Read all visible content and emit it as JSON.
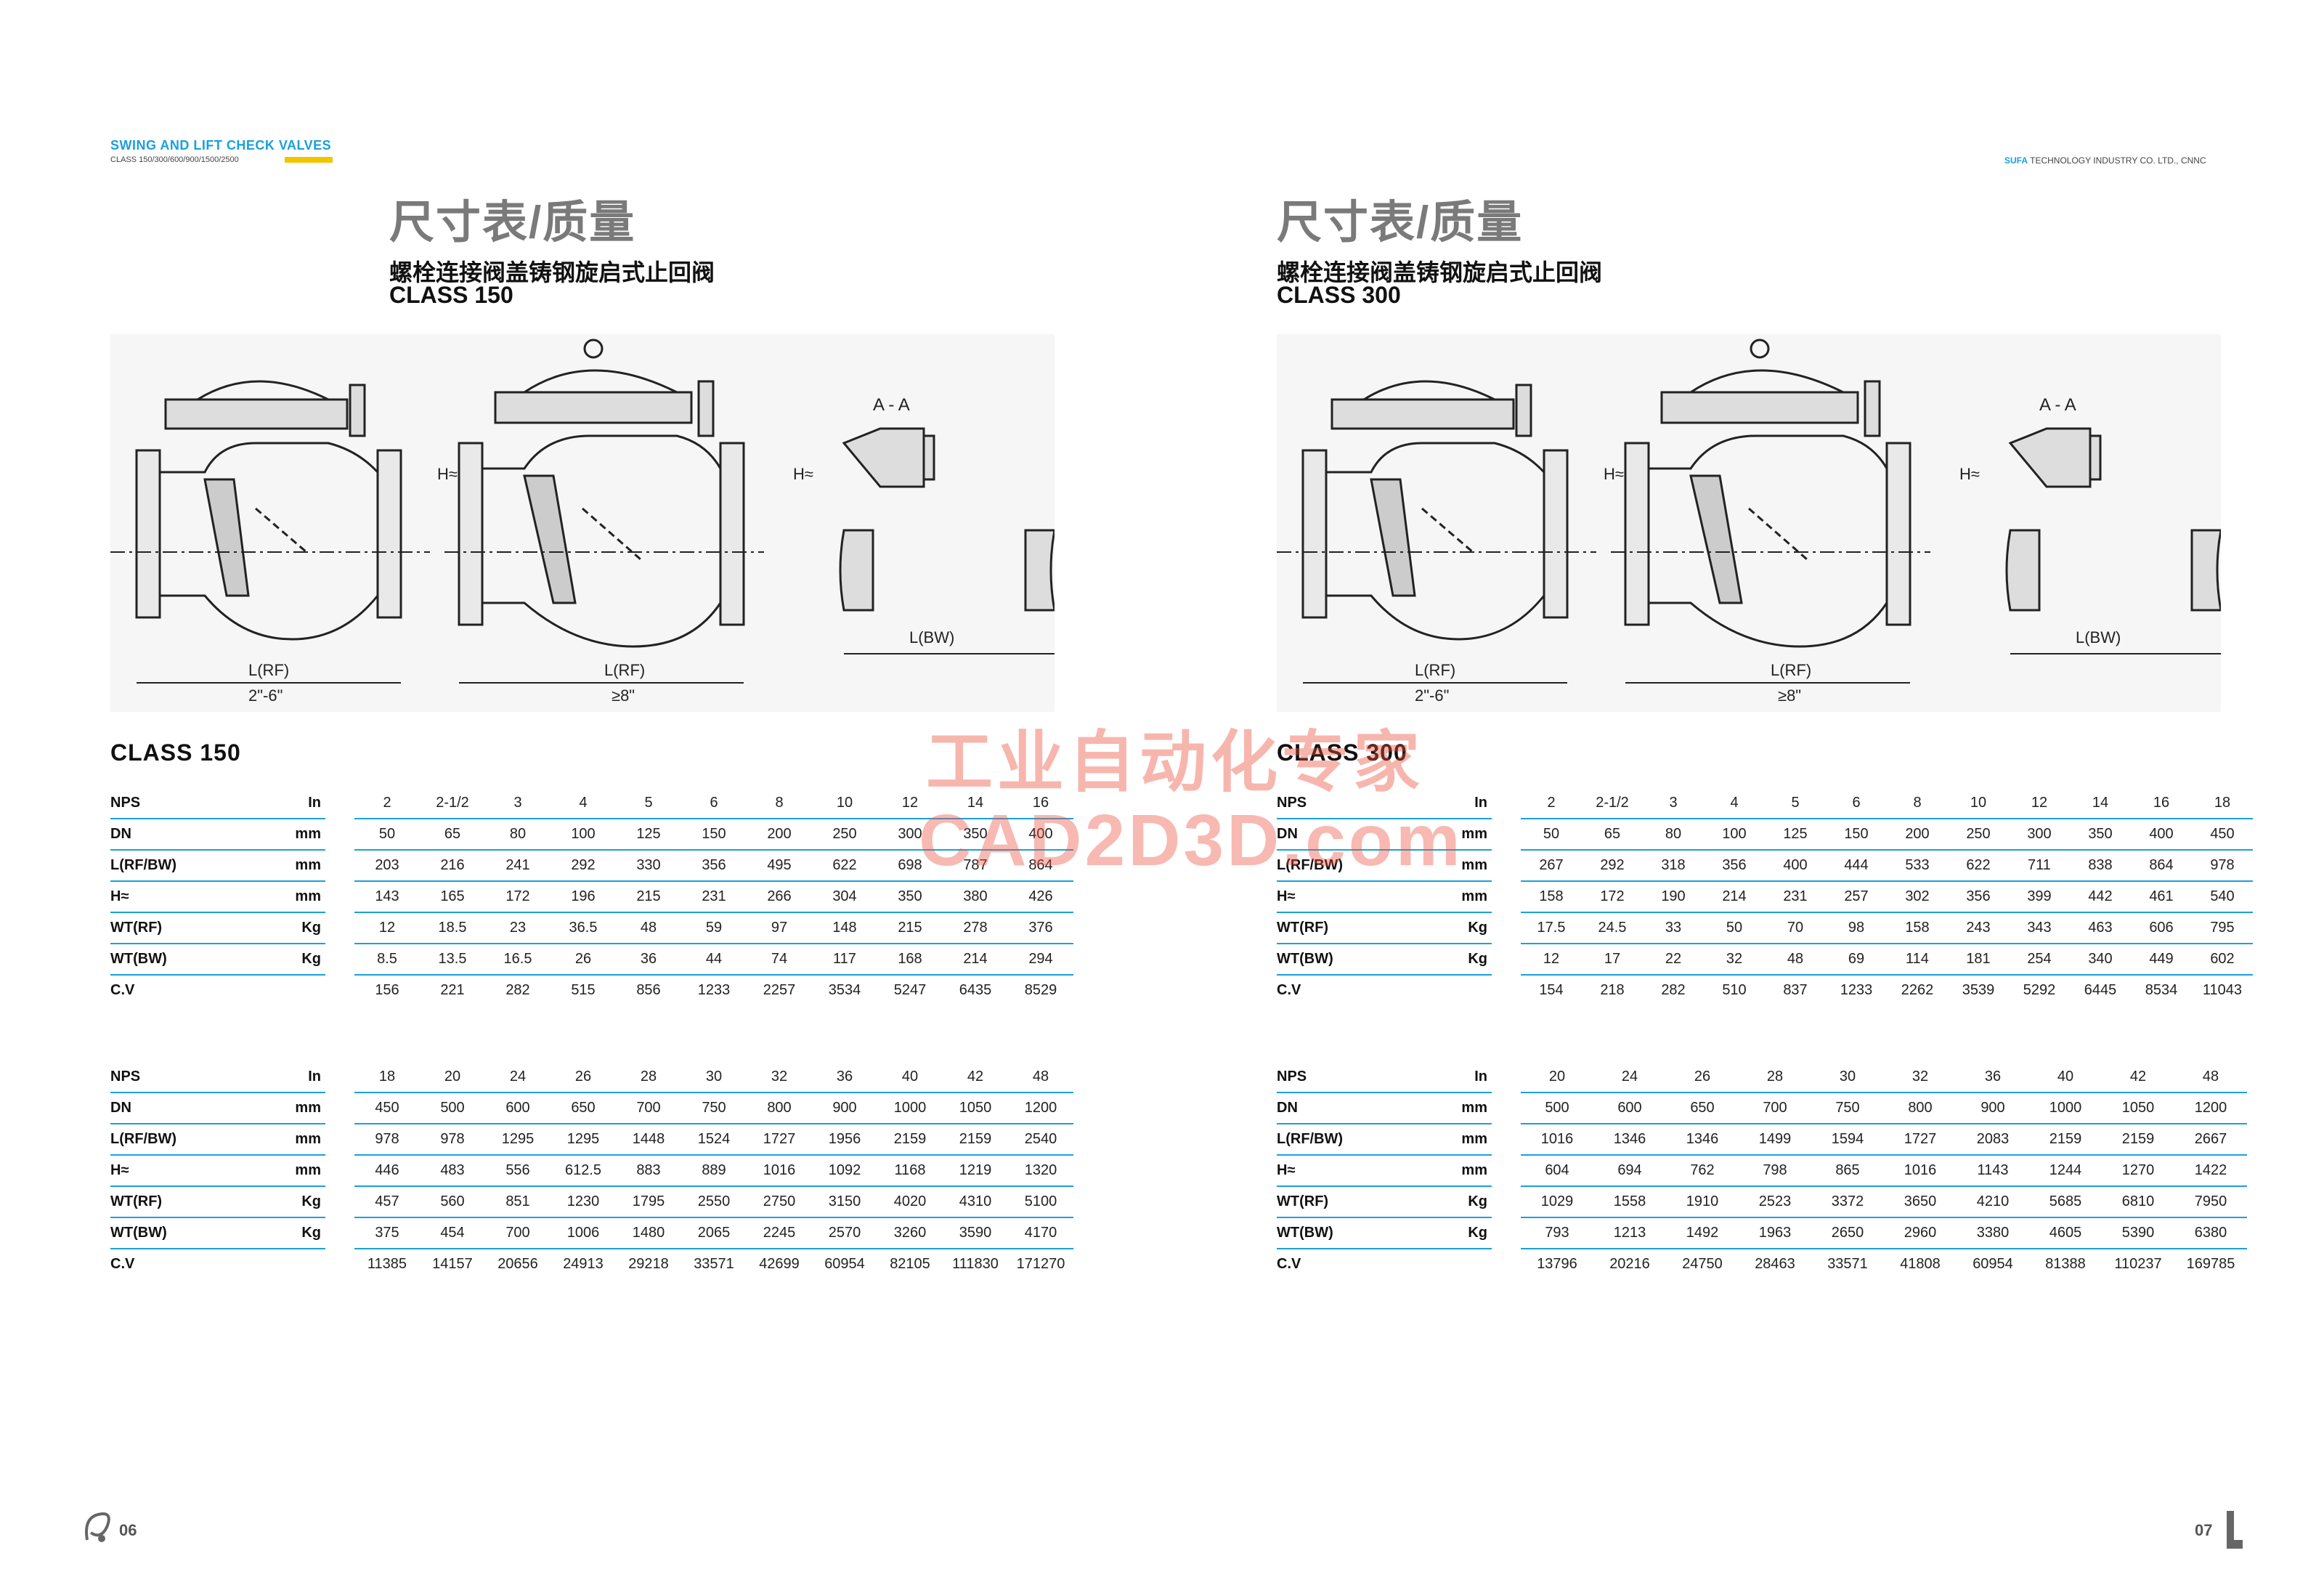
{
  "header": {
    "brand_title": "SWING AND LIFT CHECK VALVES",
    "brand_sub": "CLASS 150/300/600/900/1500/2500",
    "company_strong": "SUFA",
    "company_rest": " TECHNOLOGY INDUSTRY CO. LTD., CNNC"
  },
  "left": {
    "title": "尺寸表/质量",
    "subtitle": "螺栓连接阀盖铸钢旋启式止回阀",
    "class_heading": "CLASS 150",
    "section_label": "CLASS 150",
    "drawing_labels": {
      "h1": "H≈",
      "h2": "H≈",
      "lrf1": "L(RF)",
      "size1": "2\"-6\"",
      "lrf2": "L(RF)",
      "size2": "≥8\"",
      "aa": "A - A",
      "lbw": "L(BW)"
    },
    "table1": {
      "rows": [
        {
          "label": "NPS",
          "unit": "In",
          "values": [
            "2",
            "2-1/2",
            "3",
            "4",
            "5",
            "6",
            "8",
            "10",
            "12",
            "14",
            "16"
          ]
        },
        {
          "label": "DN",
          "unit": "mm",
          "values": [
            "50",
            "65",
            "80",
            "100",
            "125",
            "150",
            "200",
            "250",
            "300",
            "350",
            "400"
          ]
        },
        {
          "label": "L(RF/BW)",
          "unit": "mm",
          "values": [
            "203",
            "216",
            "241",
            "292",
            "330",
            "356",
            "495",
            "622",
            "698",
            "787",
            "864"
          ]
        },
        {
          "label": "H≈",
          "unit": "mm",
          "values": [
            "143",
            "165",
            "172",
            "196",
            "215",
            "231",
            "266",
            "304",
            "350",
            "380",
            "426"
          ]
        },
        {
          "label": "WT(RF)",
          "unit": "Kg",
          "values": [
            "12",
            "18.5",
            "23",
            "36.5",
            "48",
            "59",
            "97",
            "148",
            "215",
            "278",
            "376"
          ]
        },
        {
          "label": "WT(BW)",
          "unit": "Kg",
          "values": [
            "8.5",
            "13.5",
            "16.5",
            "26",
            "36",
            "44",
            "74",
            "117",
            "168",
            "214",
            "294"
          ]
        },
        {
          "label": "C.V",
          "unit": "",
          "values": [
            "156",
            "221",
            "282",
            "515",
            "856",
            "1233",
            "2257",
            "3534",
            "5247",
            "6435",
            "8529"
          ]
        }
      ]
    },
    "table2": {
      "rows": [
        {
          "label": "NPS",
          "unit": "In",
          "values": [
            "18",
            "20",
            "24",
            "26",
            "28",
            "30",
            "32",
            "36",
            "40",
            "42",
            "48"
          ]
        },
        {
          "label": "DN",
          "unit": "mm",
          "values": [
            "450",
            "500",
            "600",
            "650",
            "700",
            "750",
            "800",
            "900",
            "1000",
            "1050",
            "1200"
          ]
        },
        {
          "label": "L(RF/BW)",
          "unit": "mm",
          "values": [
            "978",
            "978",
            "1295",
            "1295",
            "1448",
            "1524",
            "1727",
            "1956",
            "2159",
            "2159",
            "2540"
          ]
        },
        {
          "label": "H≈",
          "unit": "mm",
          "values": [
            "446",
            "483",
            "556",
            "612.5",
            "883",
            "889",
            "1016",
            "1092",
            "1168",
            "1219",
            "1320"
          ]
        },
        {
          "label": "WT(RF)",
          "unit": "Kg",
          "values": [
            "457",
            "560",
            "851",
            "1230",
            "1795",
            "2550",
            "2750",
            "3150",
            "4020",
            "4310",
            "5100"
          ]
        },
        {
          "label": "WT(BW)",
          "unit": "Kg",
          "values": [
            "375",
            "454",
            "700",
            "1006",
            "1480",
            "2065",
            "2245",
            "2570",
            "3260",
            "3590",
            "4170"
          ]
        },
        {
          "label": "C.V",
          "unit": "",
          "values": [
            "11385",
            "14157",
            "20656",
            "24913",
            "29218",
            "33571",
            "42699",
            "60954",
            "82105",
            "111830",
            "171270"
          ]
        }
      ]
    },
    "page_number": "06"
  },
  "right": {
    "title": "尺寸表/质量",
    "subtitle": "螺栓连接阀盖铸钢旋启式止回阀",
    "class_heading": "CLASS 300",
    "section_label": "CLASS 300",
    "drawing_labels": {
      "h1": "H≈",
      "h2": "H≈",
      "lrf1": "L(RF)",
      "size1": "2\"-6\"",
      "lrf2": "L(RF)",
      "size2": "≥8\"",
      "aa": "A - A",
      "lbw": "L(BW)"
    },
    "table1": {
      "rows": [
        {
          "label": "NPS",
          "unit": "In",
          "values": [
            "2",
            "2-1/2",
            "3",
            "4",
            "5",
            "6",
            "8",
            "10",
            "12",
            "14",
            "16",
            "18"
          ]
        },
        {
          "label": "DN",
          "unit": "mm",
          "values": [
            "50",
            "65",
            "80",
            "100",
            "125",
            "150",
            "200",
            "250",
            "300",
            "350",
            "400",
            "450"
          ]
        },
        {
          "label": "L(RF/BW)",
          "unit": "mm",
          "values": [
            "267",
            "292",
            "318",
            "356",
            "400",
            "444",
            "533",
            "622",
            "711",
            "838",
            "864",
            "978"
          ]
        },
        {
          "label": "H≈",
          "unit": "mm",
          "values": [
            "158",
            "172",
            "190",
            "214",
            "231",
            "257",
            "302",
            "356",
            "399",
            "442",
            "461",
            "540"
          ]
        },
        {
          "label": "WT(RF)",
          "unit": "Kg",
          "values": [
            "17.5",
            "24.5",
            "33",
            "50",
            "70",
            "98",
            "158",
            "243",
            "343",
            "463",
            "606",
            "795"
          ]
        },
        {
          "label": "WT(BW)",
          "unit": "Kg",
          "values": [
            "12",
            "17",
            "22",
            "32",
            "48",
            "69",
            "114",
            "181",
            "254",
            "340",
            "449",
            "602"
          ]
        },
        {
          "label": "C.V",
          "unit": "",
          "values": [
            "154",
            "218",
            "282",
            "510",
            "837",
            "1233",
            "2262",
            "3539",
            "5292",
            "6445",
            "8534",
            "11043"
          ]
        }
      ]
    },
    "table2": {
      "rows": [
        {
          "label": "NPS",
          "unit": "In",
          "values": [
            "20",
            "24",
            "26",
            "28",
            "30",
            "32",
            "36",
            "40",
            "42",
            "48"
          ]
        },
        {
          "label": "DN",
          "unit": "mm",
          "values": [
            "500",
            "600",
            "650",
            "700",
            "750",
            "800",
            "900",
            "1000",
            "1050",
            "1200"
          ]
        },
        {
          "label": "L(RF/BW)",
          "unit": "mm",
          "values": [
            "1016",
            "1346",
            "1346",
            "1499",
            "1594",
            "1727",
            "2083",
            "2159",
            "2159",
            "2667"
          ]
        },
        {
          "label": "H≈",
          "unit": "mm",
          "values": [
            "604",
            "694",
            "762",
            "798",
            "865",
            "1016",
            "1143",
            "1244",
            "1270",
            "1422"
          ]
        },
        {
          "label": "WT(RF)",
          "unit": "Kg",
          "values": [
            "1029",
            "1558",
            "1910",
            "2523",
            "3372",
            "3650",
            "4210",
            "5685",
            "6810",
            "7950"
          ]
        },
        {
          "label": "WT(BW)",
          "unit": "Kg",
          "values": [
            "793",
            "1213",
            "1492",
            "1963",
            "2650",
            "2960",
            "3380",
            "4605",
            "5390",
            "6380"
          ]
        },
        {
          "label": "C.V",
          "unit": "",
          "values": [
            "13796",
            "20216",
            "24750",
            "28463",
            "33571",
            "41808",
            "60954",
            "81388",
            "110237",
            "169785"
          ]
        }
      ]
    },
    "page_number": "07"
  },
  "watermark": {
    "line1": "工业自动化专家",
    "line2": "CAD2D3D.com"
  },
  "colors": {
    "accent": "#1aa0dc",
    "brand_bar": "#f2c400",
    "watermark": "#eb503c",
    "title_gray": "#7a7a7a"
  }
}
